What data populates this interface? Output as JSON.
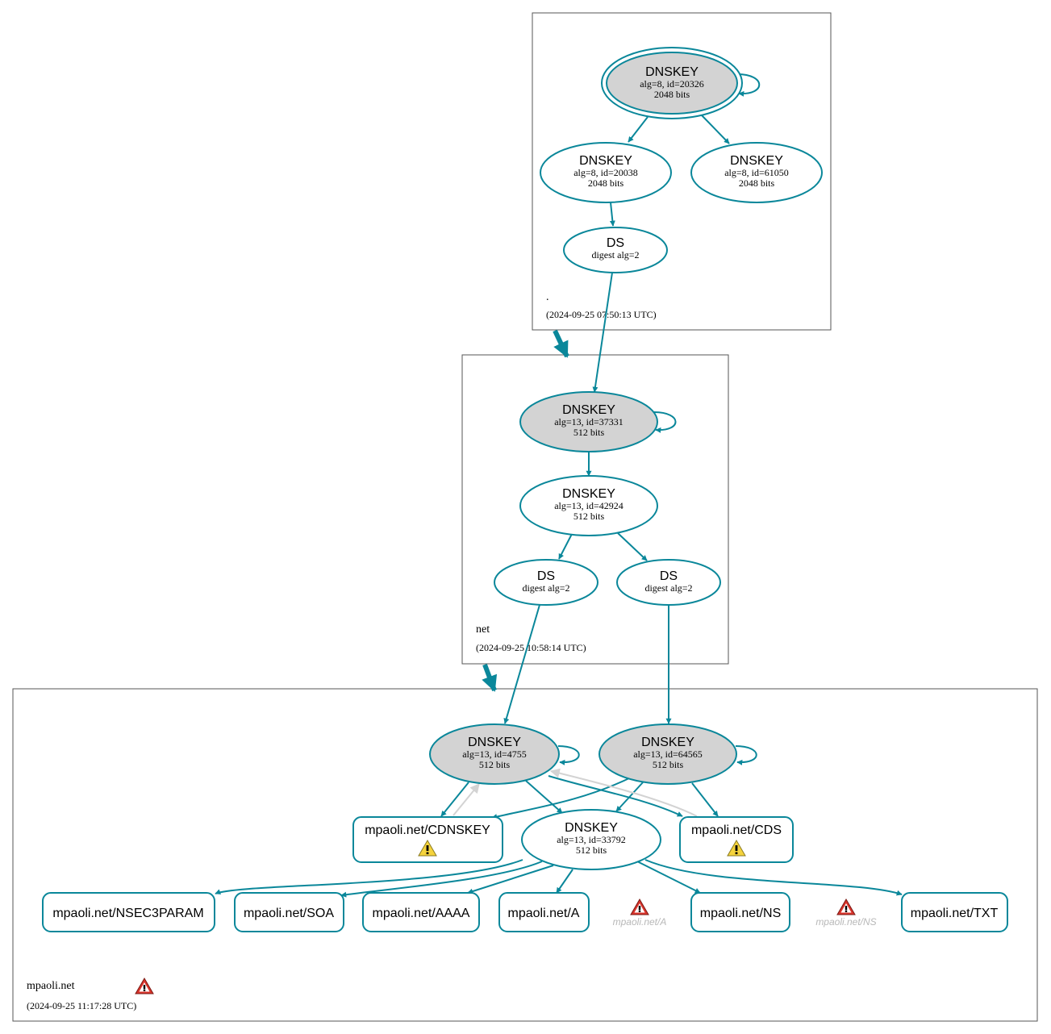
{
  "zones": {
    "root": {
      "name": ".",
      "timestamp": "(2024-09-25 07:50:13 UTC)"
    },
    "net": {
      "name": "net",
      "timestamp": "(2024-09-25 10:58:14 UTC)"
    },
    "mpaoli": {
      "name": "mpaoli.net",
      "timestamp": "(2024-09-25 11:17:28 UTC)"
    }
  },
  "nodes": {
    "root_ksk": {
      "title": "DNSKEY",
      "line1": "alg=8, id=20326",
      "line2": "2048 bits"
    },
    "root_zsk1": {
      "title": "DNSKEY",
      "line1": "alg=8, id=20038",
      "line2": "2048 bits"
    },
    "root_zsk2": {
      "title": "DNSKEY",
      "line1": "alg=8, id=61050",
      "line2": "2048 bits"
    },
    "root_ds": {
      "title": "DS",
      "line1": "digest alg=2"
    },
    "net_ksk": {
      "title": "DNSKEY",
      "line1": "alg=13, id=37331",
      "line2": "512 bits"
    },
    "net_zsk": {
      "title": "DNSKEY",
      "line1": "alg=13, id=42924",
      "line2": "512 bits"
    },
    "net_ds1": {
      "title": "DS",
      "line1": "digest alg=2"
    },
    "net_ds2": {
      "title": "DS",
      "line1": "digest alg=2"
    },
    "mp_ksk1": {
      "title": "DNSKEY",
      "line1": "alg=13, id=4755",
      "line2": "512 bits"
    },
    "mp_ksk2": {
      "title": "DNSKEY",
      "line1": "alg=13, id=64565",
      "line2": "512 bits"
    },
    "mp_zsk": {
      "title": "DNSKEY",
      "line1": "alg=13, id=33792",
      "line2": "512 bits"
    }
  },
  "rrsets": {
    "cdnskey": "mpaoli.net/CDNSKEY",
    "cds": "mpaoli.net/CDS",
    "nsec3param": "mpaoli.net/NSEC3PARAM",
    "soa": "mpaoli.net/SOA",
    "aaaa": "mpaoli.net/AAAA",
    "a": "mpaoli.net/A",
    "ns": "mpaoli.net/NS",
    "txt": "mpaoli.net/TXT"
  },
  "errors": {
    "a": "mpaoli.net/A",
    "ns": "mpaoli.net/NS"
  },
  "colors": {
    "edge": "#0a879a",
    "secure_entry_fill": "#d3d3d3",
    "warning_yellow": "#f5d33c",
    "error_red": "#d9342b",
    "inactive_grey": "#d3d3d3"
  },
  "icons": {
    "warning": "warning-triangle-icon",
    "error": "error-triangle-icon"
  }
}
